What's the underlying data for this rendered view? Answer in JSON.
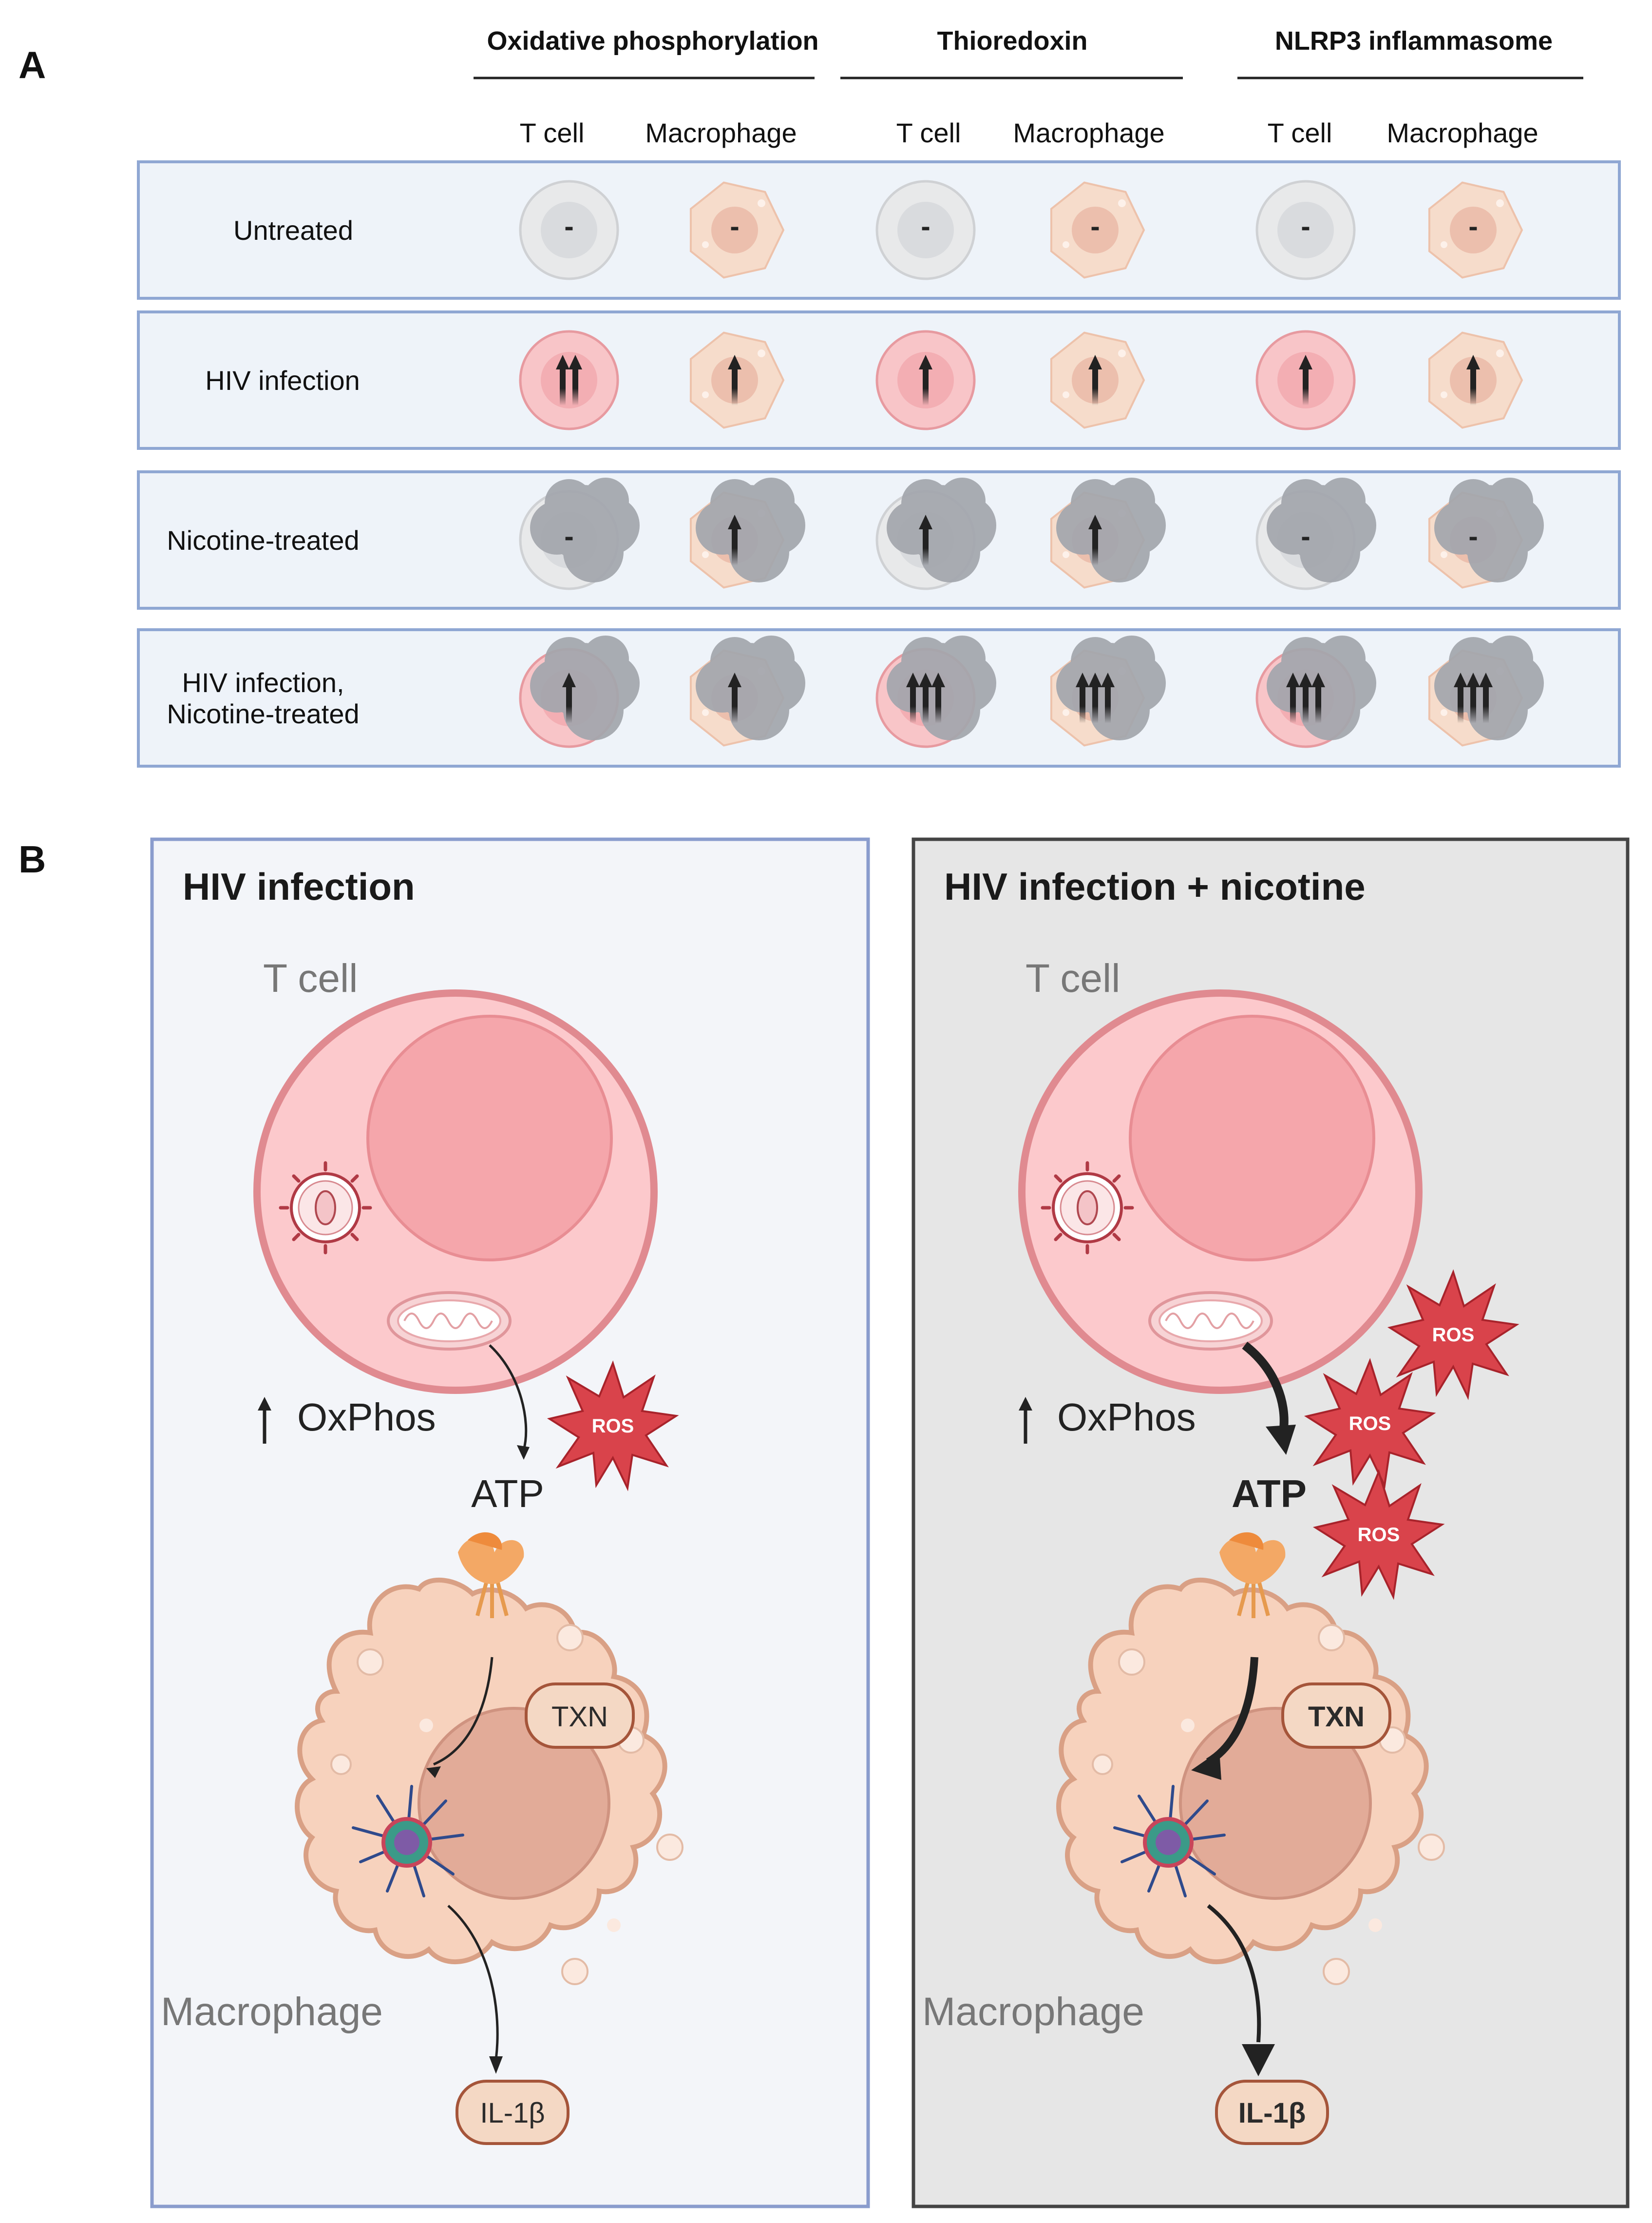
{
  "panel_a": {
    "letter": "A",
    "groups": [
      {
        "title": "Oxidative phosphorylation",
        "col_tcell": "T cell",
        "col_macro": "Macrophage"
      },
      {
        "title": "Thioredoxin",
        "col_tcell": "T cell",
        "col_macro": "Macrophage"
      },
      {
        "title": "NLRP3 inflammasome",
        "col_tcell": "T cell",
        "col_macro": "Macrophage"
      }
    ],
    "rows": [
      {
        "label_lines": [
          "Untreated"
        ],
        "hiv": false,
        "nicotine": false,
        "levels": [
          0,
          0,
          0,
          0,
          0,
          0
        ]
      },
      {
        "label_lines": [
          "HIV infection"
        ],
        "hiv": true,
        "nicotine": false,
        "levels": [
          2,
          1,
          1,
          1,
          1,
          1
        ]
      },
      {
        "label_lines": [
          "Nicotine-treated"
        ],
        "hiv": false,
        "nicotine": true,
        "levels": [
          0,
          1,
          1,
          1,
          0,
          0
        ]
      },
      {
        "label_lines": [
          "HIV infection,",
          "Nicotine-treated"
        ],
        "hiv": true,
        "nicotine": true,
        "levels": [
          1,
          1,
          3,
          3,
          3,
          3
        ]
      }
    ],
    "no_change_symbol": "-"
  },
  "panel_b": {
    "letter": "B",
    "boxes": [
      {
        "title": "HIV infection",
        "tcell": "T cell",
        "oxphos": "OxPhos",
        "atp": "ATP",
        "ros": [
          "ROS"
        ],
        "txn": "TXN",
        "macrophage": "Macrophage",
        "il1b": "IL-1β",
        "emphasis": false
      },
      {
        "title": "HIV infection + nicotine",
        "tcell": "T cell",
        "oxphos": "OxPhos",
        "atp": "ATP",
        "ros": [
          "ROS",
          "ROS",
          "ROS"
        ],
        "txn": "TXN",
        "macrophage": "Macrophage",
        "il1b": "IL-1β",
        "emphasis": true
      }
    ]
  },
  "colors": {
    "row_fill": "#eef3f9",
    "row_border": "#8fa7d3",
    "tcell_plain": "#e8e9ea",
    "tcell_infected": "#f8c5c8",
    "macro_fill": "#f6dccb",
    "smoke": "#a3a6ad",
    "ros": "#d9434b",
    "box1_fill": "#f3f5f9",
    "box1_border": "#8a9ccd",
    "box2_fill": "#e6e6e6",
    "box2_border": "#444444"
  }
}
